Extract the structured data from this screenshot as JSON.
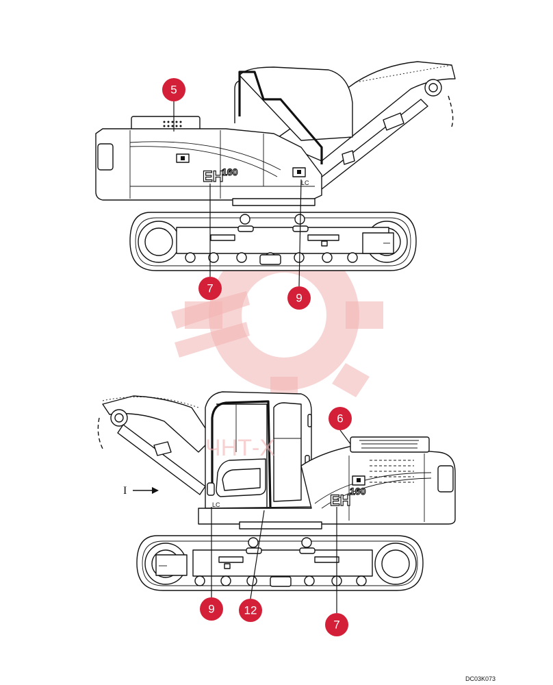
{
  "figure": {
    "code": "DC03K073",
    "view_marker": "I"
  },
  "model_badge": {
    "top": {
      "brand": "EH",
      "number": "160",
      "variant": "LC"
    },
    "bottom": {
      "brand": "EH",
      "number": "160",
      "variant": "LC"
    }
  },
  "watermark": {
    "text": "ЧНТ-Х"
  },
  "callouts": [
    {
      "id": "callout-5-top",
      "label": "5"
    },
    {
      "id": "callout-7-top",
      "label": "7"
    },
    {
      "id": "callout-9-top",
      "label": "9"
    },
    {
      "id": "callout-6-bottom",
      "label": "6"
    },
    {
      "id": "callout-9-bottom",
      "label": "9"
    },
    {
      "id": "callout-12-bottom",
      "label": "12"
    },
    {
      "id": "callout-7-bottom",
      "label": "7"
    }
  ],
  "colors": {
    "callout": "#d41f38",
    "watermark": "#f2b3b3",
    "line": "#111111"
  }
}
